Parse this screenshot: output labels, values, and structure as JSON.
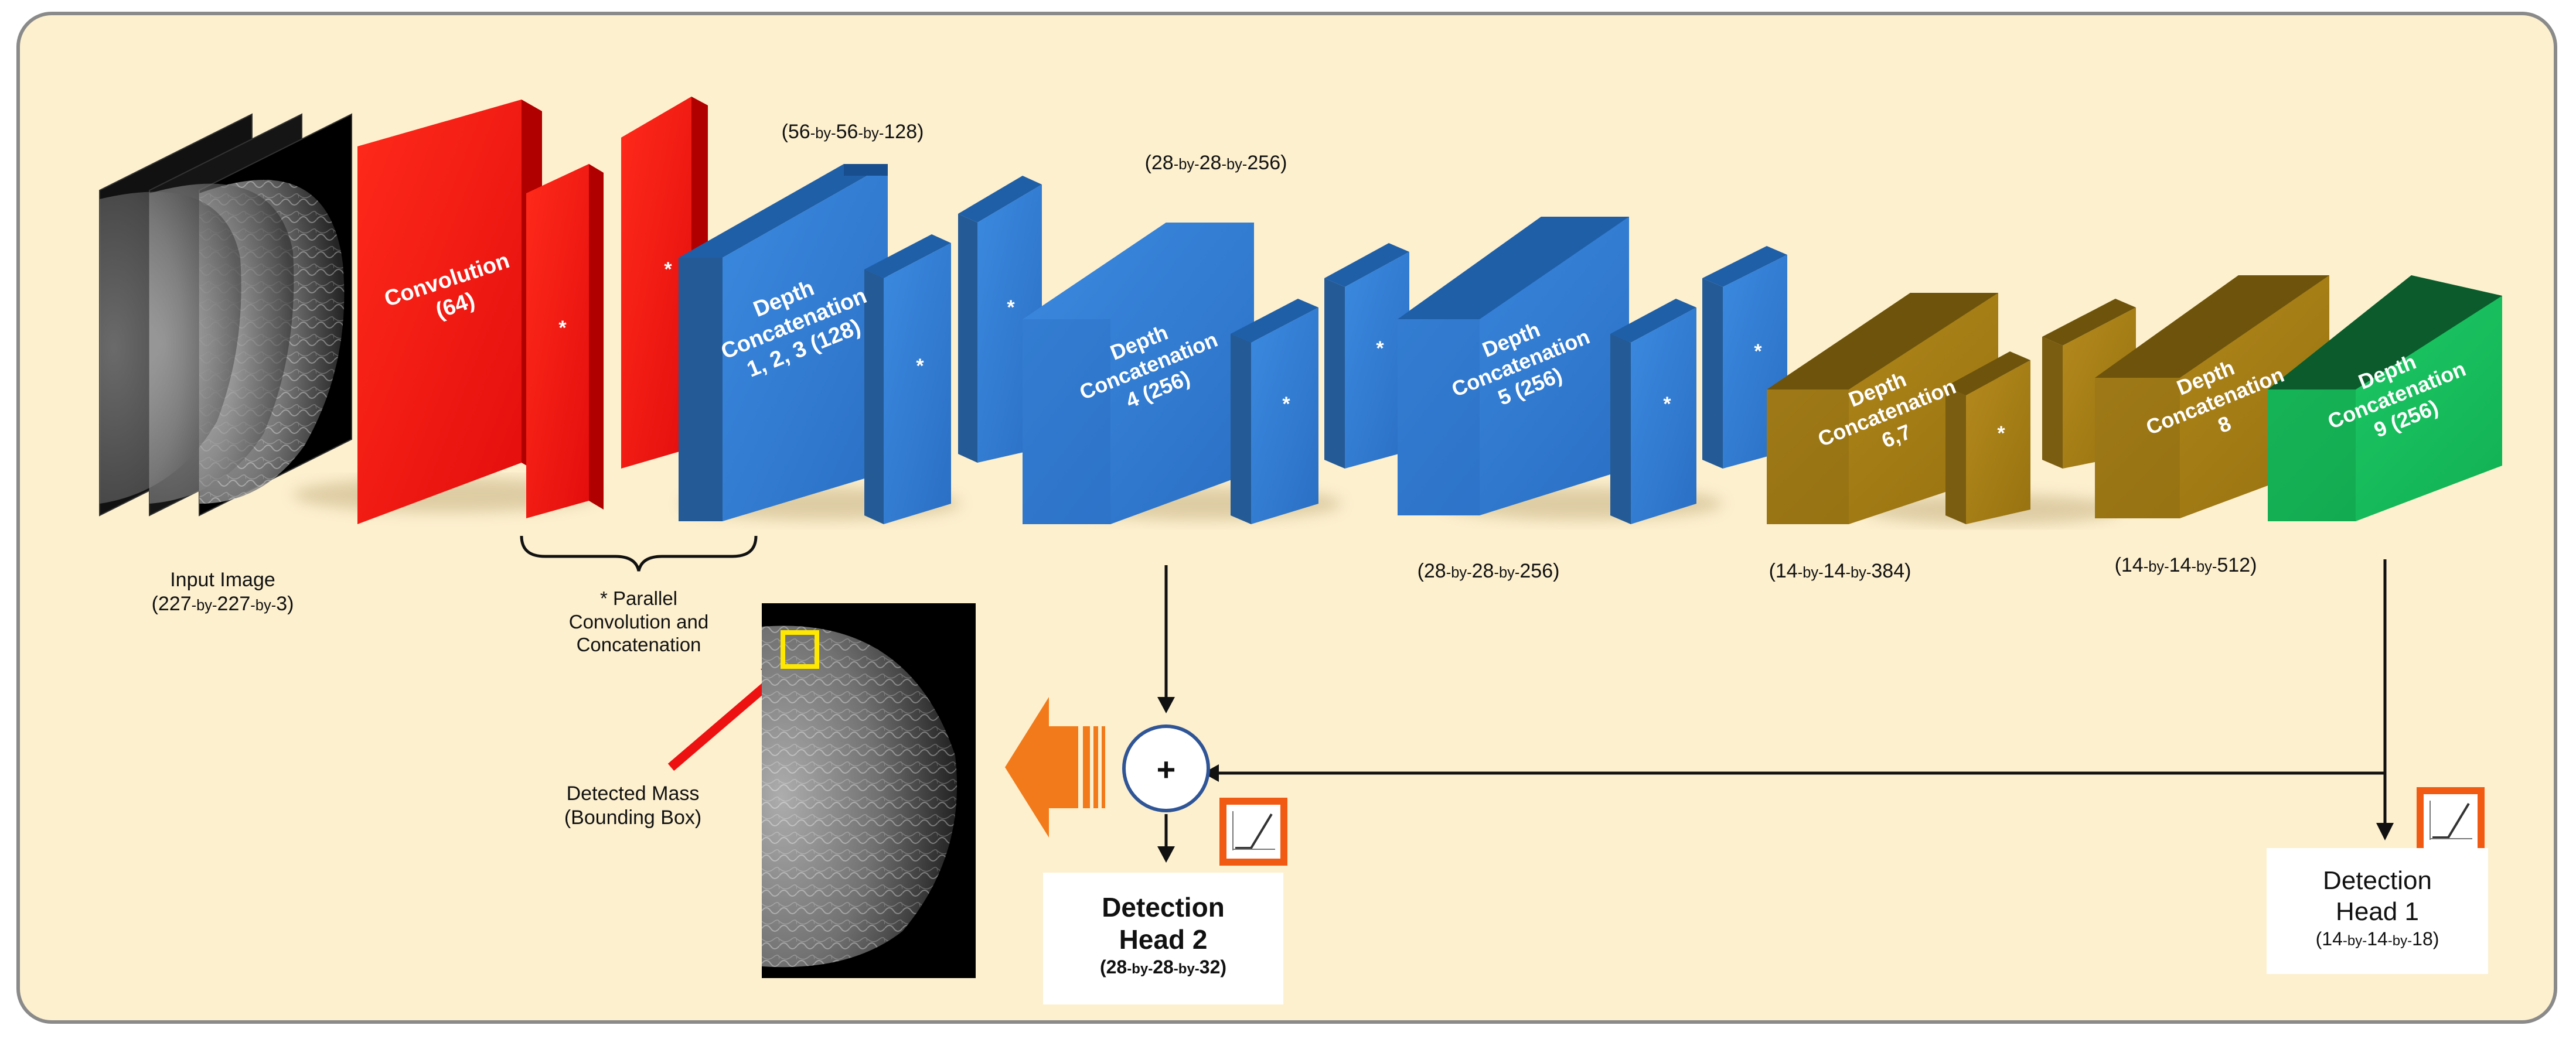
{
  "input": {
    "label": "Input Image",
    "dims": {
      "open": "(227",
      "a": "227",
      "b": "3)",
      "sep1": "-by-",
      "sep2": "-by-"
    }
  },
  "blocks": {
    "convolution": {
      "name": "Convolution",
      "count": "(64)"
    },
    "parallel_marker": "*",
    "depth_concat_1": {
      "line1": "Depth",
      "line2": "Concatenation",
      "line3": "1, 2, 3 (128)"
    },
    "depth_concat_4": {
      "line1": "Depth",
      "line2": "Concatenation",
      "line3": "4 (256)"
    },
    "depth_concat_5": {
      "line1": "Depth",
      "line2": "Concatenation",
      "line3": "5 (256)"
    },
    "depth_concat_67": {
      "line1": "Depth",
      "line2": "Concatenation",
      "line3": "6,7"
    },
    "depth_concat_8": {
      "line1": "Depth",
      "line2": "Concatenation",
      "line3": "8"
    },
    "depth_concat_9": {
      "line1": "Depth",
      "line2": "Concatenation",
      "line3": "9 (256)"
    }
  },
  "dimension_labels": {
    "d56": {
      "a": "(56",
      "sep1": "-by-",
      "b": "56",
      "sep2": "-by-",
      "c": "128)"
    },
    "d28_top": {
      "a": "(28",
      "sep1": "-by-",
      "b": "28",
      "sep2": "-by-",
      "c": "256)"
    },
    "d28_bottom": {
      "a": "(28",
      "sep1": "-by-",
      "b": "28",
      "sep2": "-by-",
      "c": "256)"
    },
    "d14_384": {
      "a": "(14",
      "sep1": "-by-",
      "b": "14",
      "sep2": "-by-",
      "c": "384)"
    },
    "d14_512": {
      "a": "(14",
      "sep1": "-by-",
      "b": "14",
      "sep2": "-by-",
      "c": "512)"
    }
  },
  "parallel_note": {
    "line1": "* Parallel",
    "line2": "Convolution and",
    "line3": "Concatenation"
  },
  "detected_mass": {
    "line1": "Detected Mass",
    "line2": "(Bounding Box)"
  },
  "adder_symbol": "+",
  "head2": {
    "line1": "Detection",
    "line2": "Head 2",
    "dims": {
      "a": "(28",
      "sep1": "-by-",
      "b": "28",
      "sep2": "-by-",
      "c": "32)"
    }
  },
  "head1": {
    "line1": "Detection",
    "line2": "Head 1",
    "dims": {
      "a": "(14",
      "sep1": "-by-",
      "b": "14",
      "sep2": "-by-",
      "c": "18)"
    }
  },
  "colors": {
    "panel_bg": "#fdf0cf",
    "red": "#ee1111",
    "blue": "#2f78cf",
    "gold": "#a8801a",
    "green": "#17c05e",
    "orange": "#f27a1a",
    "bbox_yellow": "#ffe800"
  },
  "icons": {
    "activation": "activation-ramp-icon",
    "arrow": "flow-arrow-icon"
  }
}
